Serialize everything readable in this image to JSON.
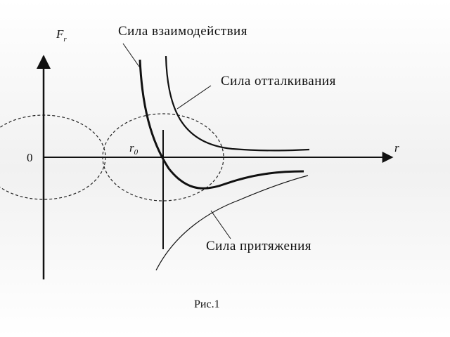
{
  "diagram": {
    "labels": {
      "interaction_force": "Сила взаимодействия",
      "repulsion_force": "Сила отталкивания",
      "attraction_force": "Сила притяжения",
      "y_axis_main": "F",
      "y_axis_sub": "r",
      "x_axis": "r",
      "origin": "0",
      "equilibrium_main": "r",
      "equilibrium_sub": "0"
    },
    "caption": "Рис.1",
    "colors": {
      "ink": "#111111",
      "background": "#f1f1f1"
    }
  }
}
